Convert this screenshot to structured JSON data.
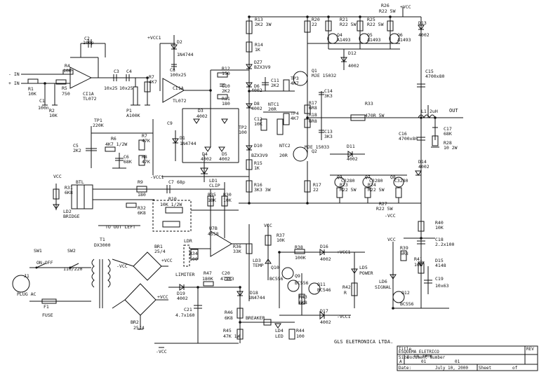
{
  "labels": {
    "r13": "R13",
    "r13v": "2K2 3W",
    "r14": "R14",
    "r14v": "1K",
    "r20": "R20",
    "r20v": "22",
    "r21": "R21",
    "r21v": "R22 5W",
    "r25": "R25",
    "r25v": "R22 5W",
    "r26": "R26",
    "r26v": "R22 5W",
    "q4": "Q4",
    "q4v": "A1493",
    "q5": "Q5",
    "q5v": "A1493",
    "q6": "Q6",
    "q6v": "A1493",
    "vcc_top": "+VCC",
    "d13": "D13",
    "d13v": "4002",
    "c2": "C2",
    "c2v": "100p",
    "d2": "D2",
    "d2v": "1N4744",
    "vcc1": "+VCC1",
    "in_minus": "- IN",
    "in_plus": "+ IN",
    "r4": "R4",
    "r4v": "10K",
    "r1": "R1",
    "r1v": "10K",
    "c1": "C1",
    "c1v": "100n",
    "r5": "R5",
    "r5v": "750",
    "r2": "R2",
    "r2v": "10K",
    "ci1": "CI1A",
    "ci1v": "TL072",
    "c3": "C3",
    "c3v": "10x25",
    "c4": "C4",
    "c4v": "10x25",
    "p1": "P1",
    "p1v": "A100K",
    "r7": "R7",
    "r7v": "4K7",
    "c8": "C8",
    "c8v": "100x25",
    "ci1a": "CI1A",
    "ci1av": "TL072",
    "r12": "R12",
    "r12v": "150",
    "r11": "R11",
    "r11v": "180",
    "c10": "C10",
    "c10v": "2K2",
    "dz7": "DZ7",
    "dz7v": "BZX3V9",
    "d6": "D6",
    "d6v": "4002",
    "d8": "D8",
    "d8v": "4002",
    "c11": "C11",
    "c11v": "2K2",
    "tp3": "TP3",
    "tp3v": "4K7",
    "q1": "Q1",
    "q1v": "MJE 15032",
    "c14": "C14",
    "c14v": "3K3",
    "d12": "D12",
    "d12v": "4002",
    "c15": "C15",
    "c15v": "4700x80",
    "ntc1": "NTC1",
    "ntc1v": "20R",
    "c12": "C12",
    "c12v": "10K",
    "tp2": "TP2",
    "tp2v": "100",
    "r17": "R17",
    "r17v": "6R8",
    "r18": "R18",
    "r18v": "6R8",
    "tp4": "TP4",
    "tp4v": "4K7",
    "c13": "C13",
    "c13v": "3K3",
    "r33": "R33",
    "r33v": "470R 5W",
    "l1": "L1",
    "l1v": "2uH",
    "out": "OUT",
    "c17": "C17",
    "c17v": "68K",
    "tp1": "TP1",
    "tp1v": "220K",
    "r6": "R6",
    "r6v": "4K7 1/2W",
    "r7b": "R7",
    "r7bv": "47K",
    "c5": "C5",
    "c5v": "2K2",
    "c6": "C6",
    "c6v": "68K",
    "r8": "R8",
    "r8v": "47K",
    "d3": "D3",
    "d3v": "4002",
    "d1": "D1",
    "d1v": "1N4744",
    "c9": "C9",
    "d4": "D4",
    "d4v": "4002",
    "d5": "D5",
    "d5v": "4002",
    "d10": "D10",
    "d10v": "BZX3V9",
    "ntc2": "NTC2",
    "ntc2v": "20R",
    "q2": "Q2",
    "q2v": "MJE 15033",
    "d11": "D11",
    "d11v": "4002",
    "c16": "C16",
    "c16v": "4700x80",
    "r28": "R28",
    "r28v": "10 2W",
    "r15": "R15",
    "r15v": "1K",
    "d14": "D14",
    "d14v": "4002",
    "vcc1_neg": "-VCC1",
    "ld1": "LD1",
    "ld1v": "CLIP",
    "c7": "C7",
    "c7v": "68p",
    "r9": "R9",
    "r9v": "180",
    "btl": "BTL",
    "r31": "R31",
    "r31v": "6K8",
    "ld2": "LD2",
    "ld2v": "BRIDGE",
    "vcc_left": "VCC",
    "r10": "R10",
    "r10v": "10K 1/2W",
    "r16": "R16",
    "r16v": "3K3 3W",
    "r17b": "R17",
    "r17bv": "22",
    "r23": "R23",
    "r23v": "R22 5W",
    "r24": "R24",
    "r24v": "R22 5W",
    "q3": "Q3",
    "q3v": "C3280",
    "q7": "Q7",
    "q7v": "C3280",
    "q8": "Q8",
    "q8v": "C3280",
    "r27": "R27",
    "r27v": "R22 5W",
    "vcc_neg_mid": "-VCC",
    "r35": "R35",
    "r35v": "10K",
    "r30": "R30",
    "r30v": "10K",
    "r32": "R32",
    "r32v": "6K8",
    "to_out_left": "TO OUT LEFT",
    "r40": "R40",
    "r40v": "10K",
    "c18": "C18",
    "c18v": "2.2x100",
    "ldr": "LDR",
    "u7b": "U7B",
    "u7bv": "4558",
    "t1": "T1",
    "t1v": "DX3000",
    "br1": "BR1",
    "br1v": "25/4",
    "r34": "R34",
    "r34v": "100",
    "limiter": "LIMITER",
    "r36": "R36",
    "r36v": "33K",
    "ld3": "LD3",
    "ld3v": "TEMP",
    "r37": "R37",
    "r37v": "10K",
    "r38": "R38",
    "r38v": "100K",
    "d16": "D16",
    "d16v": "4002",
    "vcc1_r1": "+VCC1",
    "vcc_mid": "VCC",
    "r39": "R39",
    "r39v": "6R8",
    "r41": "R41",
    "r41v": "10K",
    "d15": "D15",
    "d15v": "4148",
    "ld5": "LD5",
    "ld5v": "POWER",
    "ld6": "LD6",
    "ld6v": "SIGNAL",
    "sw1": "SW1",
    "sw1v": "ON-OFF",
    "sw2": "SW2",
    "sw2v": "110/220",
    "j1": "J1",
    "j1v": "PLUG AC",
    "vcc_br1": "+VCC",
    "vcc_br1n": "-VCC",
    "r47": "R47",
    "r47v": "180K",
    "c20": "C20",
    "c20v": "47x63",
    "q10": "Q10",
    "q10v": "BC556",
    "q9": "Q9",
    "q9v": "BC556",
    "q11": "Q11",
    "q11v": "BC546",
    "r42": "R42",
    "r42v": "R",
    "q12": "Q12",
    "q12v": "BC556",
    "c19": "C19",
    "c19v": "10x63",
    "d19": "D19",
    "d19v": "4002",
    "d18": "D18",
    "d18v": "1N4744",
    "f1": "F1",
    "f1v": "FUSE",
    "c21": "C21",
    "c21v": "4.7x160",
    "br2": "BR2",
    "br2v": "25/4",
    "vcc_br2": "+VCC",
    "r43": "R43",
    "r43v": "6K8",
    "d17": "D17",
    "d17v": "4002",
    "vcc1_r2": "-VCC1",
    "r46": "R46",
    "r46v": "6K8",
    "breaker": "BREAKER",
    "r45": "R45",
    "r45v": "47K 1W",
    "ld4": "LD4",
    "ld4v": "LED",
    "r44": "R44",
    "r44v": "100",
    "vcc_bot": "-VCC",
    "company": "GLS ELETRONICA LTDA."
  },
  "title_block": {
    "title_label": "Title",
    "title_value": "ESQUEMA ELETRICO",
    "model": "DX 3000",
    "size_label": "Size",
    "size_value": "A",
    "doc_label": "Document Number",
    "doc_value": "01",
    "rev_label": "REV",
    "rev_value": "01",
    "date_label": "Date:",
    "date_value": "July 10, 2000",
    "sheet_label": "Sheet",
    "sheet_of": "of"
  }
}
